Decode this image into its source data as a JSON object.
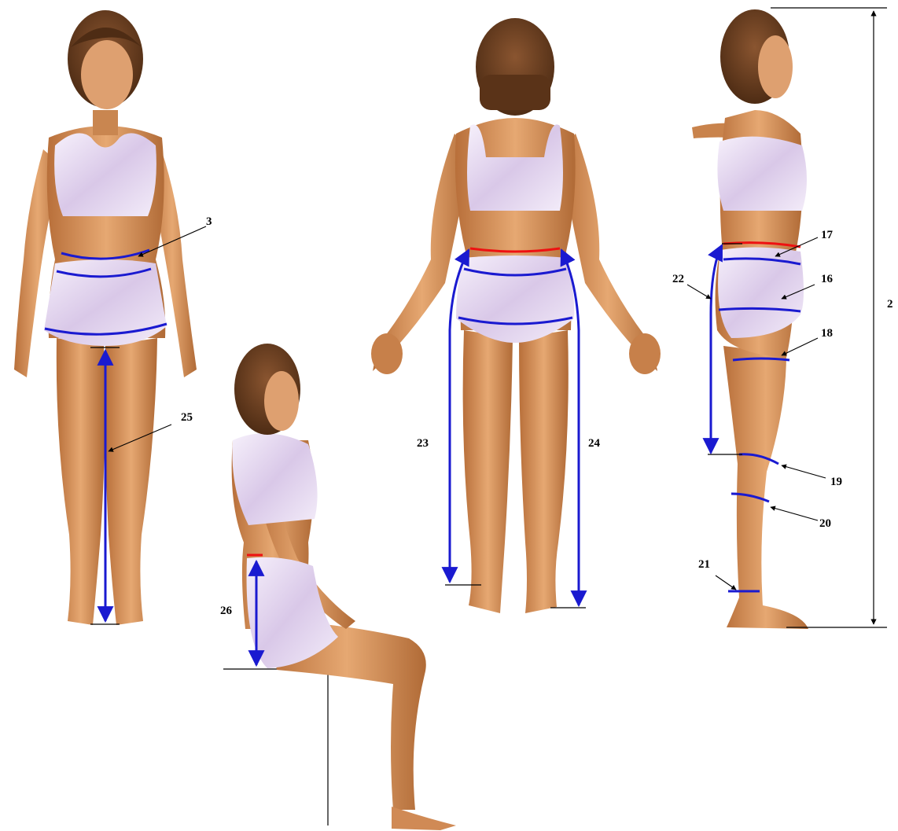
{
  "figure": {
    "views": [
      "front",
      "sitting",
      "back",
      "side"
    ],
    "labels": {
      "front_waist": "3",
      "front_inseam": "25",
      "sitting_height": "26",
      "back_left_length": "23",
      "back_right_length": "24",
      "side_total_height": "2",
      "side_waist_upper": "17",
      "side_hip": "16",
      "side_arc_length": "22",
      "side_thigh": "18",
      "side_knee": "19",
      "side_calf": "20",
      "side_ankle": "21"
    },
    "colors": {
      "measure_line": "#1a1ad0",
      "waist_line": "#ee1111",
      "skin": "#d9955e",
      "garment": "#e9ddf2",
      "hair": "#6b3f1f",
      "leader": "#000000"
    }
  }
}
